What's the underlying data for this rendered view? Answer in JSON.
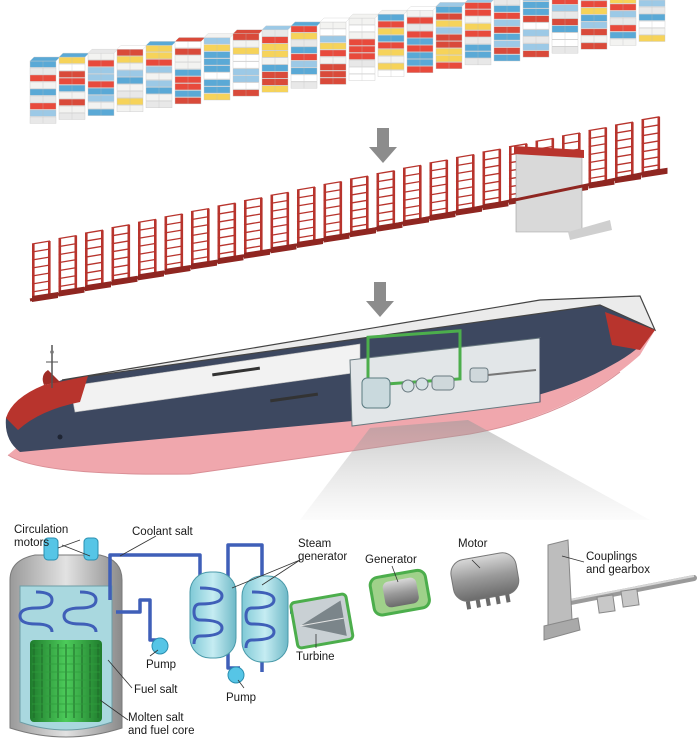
{
  "colors": {
    "container_palette": [
      "#e84a3c",
      "#f3f3f1",
      "#f6d35a",
      "#5aa9d6",
      "#e8e8e8",
      "#d94a3a",
      "#ffffff",
      "#9cc9e6"
    ],
    "frame_red": "#b8342d",
    "hull_blue": "#3d4860",
    "hull_pink": "#f0a7ad",
    "deck": "#f2f2f2",
    "pipe_blue": "#3f5fb8",
    "vessel_teal": "#8fd3de",
    "core_green": "#3bb54a",
    "arrow_gray": "#8c8c8c"
  },
  "labels": {
    "circulation_motors_1": "Circulation",
    "circulation_motors_2": "motors",
    "coolant_salt": "Coolant salt",
    "steam_generator_1": "Steam",
    "steam_generator_2": "generator",
    "generator": "Generator",
    "motor": "Motor",
    "couplings_1": "Couplings",
    "couplings_2": "and gearbox",
    "pump_1": "Pump",
    "pump_2": "Pump",
    "turbine": "Turbine",
    "fuel_salt": "Fuel salt",
    "molten_salt_1": "Molten salt",
    "molten_salt_2": "and fuel core"
  }
}
